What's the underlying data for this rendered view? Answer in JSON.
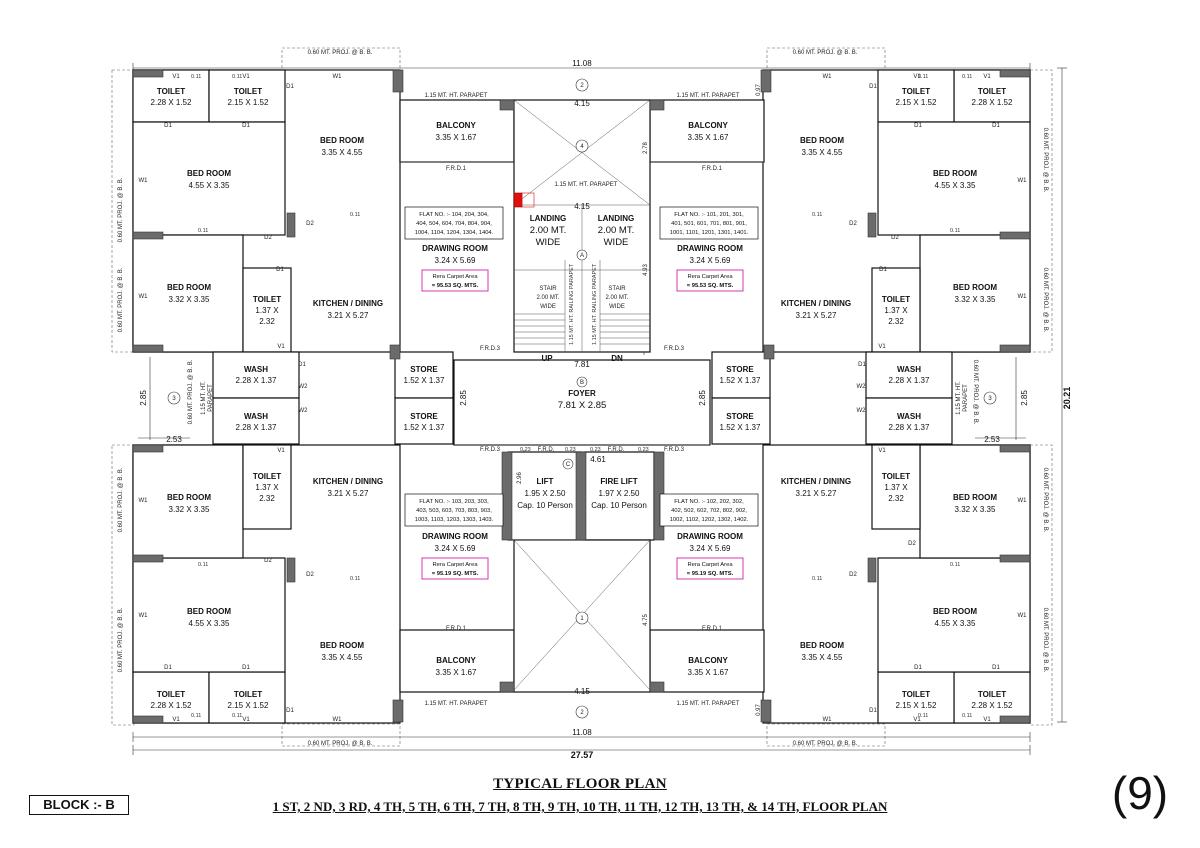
{
  "drawing": {
    "title": "TYPICAL FLOOR PLAN",
    "subtitle": "1 ST, 2 ND, 3 RD, 4 TH, 5 TH, 6 TH, 7 TH, 8 TH, 9 TH, 10 TH, 11 TH, 12 TH, 13 TH, & 14 TH, FLOOR PLAN",
    "block": "BLOCK :- B",
    "sheet_number": "(9)"
  },
  "dimensions": {
    "overall_width": "27.57",
    "overall_depth": "20.21",
    "wing_width": "11.08",
    "core_width": "4.15",
    "lobby_width": "7.81",
    "foyer_width": "4.61",
    "side_gap": "2.85",
    "side_offset": "2.53",
    "balcony_offset": "0.97",
    "core_depth_top": "2.78",
    "stair_depth": "4.93",
    "lift_depth": "2.96",
    "core_depth_bottom": "4.75",
    "small": "0.11",
    "tiny": "0.23"
  },
  "labels": {
    "proj_bb": "0.60 MT. PROJ. @ B. B.",
    "parapet": "1.15 MT. HT. PARAPET",
    "side_parapet_1": "1.15 MT. HT.",
    "side_parapet_2": "PARAPET",
    "frd1": "F.R.D.1",
    "frd3": "F.R.D.3",
    "frd": "F.R.D.",
    "up": "UP",
    "dn": "DN",
    "railing": "1.15 MT. HT. RAILING PARAPET",
    "rera_title": "Rera Carpet Area",
    "flat_no": "FLAT NO. :-",
    "door_d1": "D1",
    "door_d2": "D2",
    "win_v1": "V1",
    "win_w1": "W1",
    "win_w2": "W2"
  },
  "rooms": {
    "toilet": "TOILET",
    "bed_room": "BED ROOM",
    "balcony": "BALCONY",
    "drawing_room": "DRAWING ROOM",
    "kitchen": "KITCHEN / DINING",
    "wash": "WASH",
    "store": "STORE",
    "landing": "LANDING",
    "stair": "STAIR",
    "foyer": "FOYER",
    "lift": "LIFT",
    "fire_lift": "FIRE LIFT",
    "lift_cap": "Cap. 10 Person",
    "wide": "WIDE"
  },
  "room_sizes": {
    "toilet_a": "2.28 X 1.52",
    "toilet_b": "2.15 X 1.52",
    "toilet_c_1": "1.37 X",
    "toilet_c_2": "2.32",
    "bed_a": "3.35 X 4.55",
    "bed_b": "4.55 X 3.35",
    "bed_c": "3.32 X 3.35",
    "balcony": "3.35 X 1.67",
    "drawing": "3.24 X 5.69",
    "kitchen": "3.21 X 5.27",
    "wash": "2.28 X 1.37",
    "store": "1.52 X 1.37",
    "landing": "2.00 MT.",
    "stair": "2.00 MT.",
    "foyer": "7.81 X 2.85",
    "lift": "1.95 X 2.50",
    "fire_lift": "1.97 X 2.50"
  },
  "flats": {
    "top_left_1": "FLAT NO. :- 104, 204, 304,",
    "top_left_2": "404, 504, 604, 704, 804, 904,",
    "top_left_3": "1004, 1104, 1204, 1304, 1404.",
    "top_right_1": "FLAT NO. :- 101, 201, 301,",
    "top_right_2": "401, 501, 601, 701, 801, 901,",
    "top_right_3": "1001, 1101, 1201, 1301, 1401.",
    "bottom_left_1": "FLAT NO. :- 103, 203, 303,",
    "bottom_left_2": "403, 503, 603, 703, 803, 903,",
    "bottom_left_3": "1003, 1103, 1203, 1303, 1403.",
    "bottom_right_1": "FLAT NO. :- 102, 202, 302,",
    "bottom_right_2": "402, 502, 602, 702, 802, 902,",
    "bottom_right_3": "1002, 1102, 1202, 1302, 1402.",
    "rera_top": "= 95.53 SQ. MTS.",
    "rera_bottom": "= 95.19 SQ. MTS."
  },
  "grid_markers": {
    "g1": "1",
    "g2": "2",
    "g3": "3",
    "g4": "4",
    "ga": "A",
    "gb": "B",
    "gc": "C"
  },
  "colors": {
    "line": "#111111",
    "column": "#6b6b6b",
    "rera_box": "#d63ab0",
    "fire_equipment": "#e01010"
  }
}
